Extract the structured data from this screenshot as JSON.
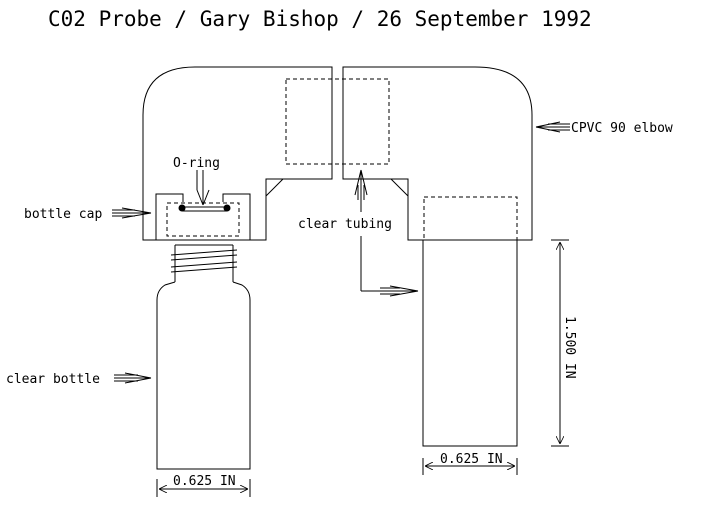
{
  "title": "C02 Probe / Gary Bishop / 26 September 1992",
  "labels": {
    "o_ring": "O-ring",
    "bottle_cap": "bottle cap",
    "clear_bottle": "clear bottle",
    "clear_tubing": "clear tubing",
    "elbow": "CPVC 90 elbow",
    "height_dim": "1.500 IN",
    "left_width_dim": "0.625 IN",
    "right_width_dim": "0.625 IN"
  }
}
